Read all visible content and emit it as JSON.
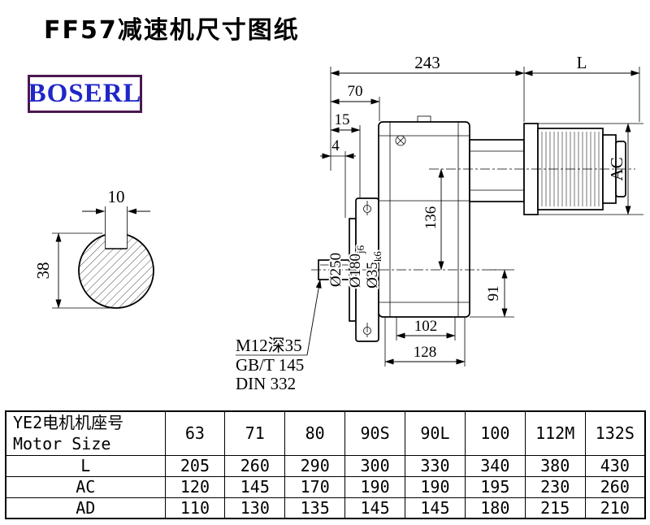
{
  "page": {
    "title": "FF57减速机尺寸图纸",
    "logo_text": "BOSERL"
  },
  "drawing": {
    "shaft_end_view": {
      "key_width": "10",
      "shaft_height": "38"
    },
    "dimensions": {
      "overall_width": "243",
      "motor_length": "L",
      "dim_70": "70",
      "dim_15": "15",
      "dim_4": "4",
      "motor_diameter": "AC",
      "axis_distance": "136",
      "axis_to_base": "91",
      "foot_width": "102",
      "base_width": "128",
      "flange_diameter": "Ø250",
      "spigot_diameter": "Ø180",
      "spigot_tolerance": "j6",
      "shaft_diameter": "Ø35",
      "shaft_tolerance": "k6"
    },
    "shaft_notes": [
      "M12深35",
      "GB/T 145",
      "DIN 332"
    ]
  },
  "table": {
    "header": {
      "line1": "YE2电机机座号",
      "line2": "Motor Size"
    },
    "motor_sizes": [
      "63",
      "71",
      "80",
      "90S",
      "90L",
      "100",
      "112M",
      "132S"
    ],
    "rows": [
      {
        "label": "L",
        "values": [
          "205",
          "260",
          "290",
          "300",
          "330",
          "340",
          "380",
          "430"
        ]
      },
      {
        "label": "AC",
        "values": [
          "120",
          "145",
          "170",
          "190",
          "190",
          "195",
          "230",
          "260"
        ]
      },
      {
        "label": "AD",
        "values": [
          "110",
          "130",
          "135",
          "145",
          "145",
          "180",
          "215",
          "210"
        ]
      }
    ]
  }
}
